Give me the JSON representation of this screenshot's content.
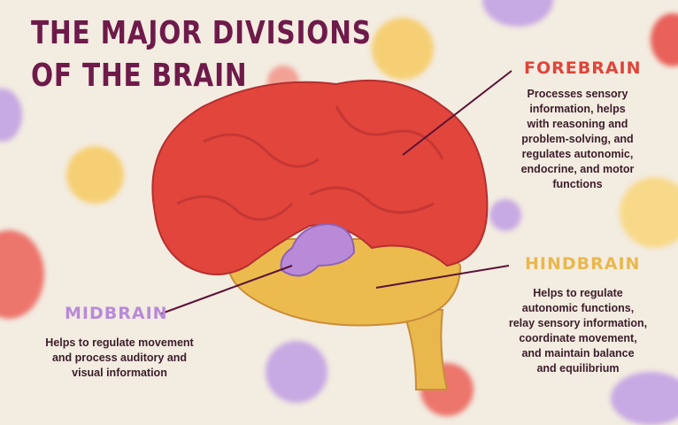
{
  "title": {
    "line1": "THE MAJOR DIVISIONS",
    "line2": "OF THE BRAIN"
  },
  "colors": {
    "title": "#6e1a4a",
    "forebrain": "#e0443a",
    "hindbrain": "#e9b84c",
    "midbrain": "#b88ad8",
    "background": "#f3ece1"
  },
  "forebrain": {
    "label": "FOREBRAIN",
    "lines": [
      "Processes sensory",
      "information, helps",
      "with reasoning and",
      "problem-solving, and",
      "regulates autonomic,",
      "endocrine, and motor",
      "functions"
    ]
  },
  "hindbrain": {
    "label": "HINDBRAIN",
    "lines": [
      "Helps to regulate",
      "autonomic functions,",
      "relay sensory information,",
      "coordinate movement,",
      "and maintain balance",
      "and equilibrium"
    ]
  },
  "midbrain": {
    "label": "MIDBRAIN",
    "lines": [
      "Helps to regulate movement",
      "and process auditory and",
      "visual information"
    ]
  }
}
